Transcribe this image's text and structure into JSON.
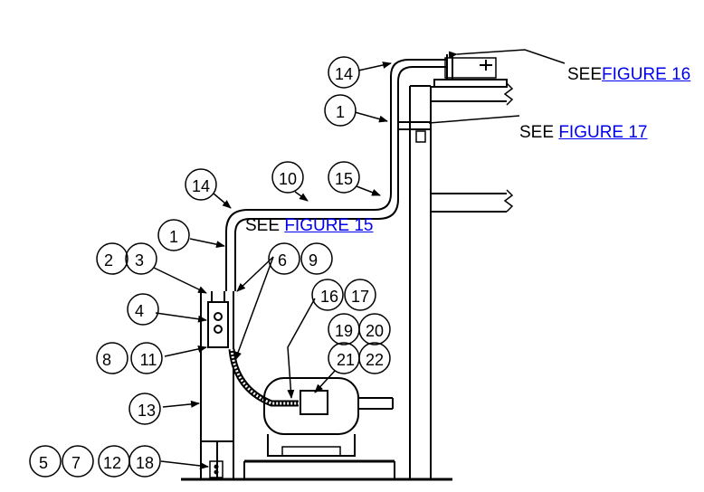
{
  "callouts": [
    "14",
    "1",
    "10",
    "15",
    "14",
    "1",
    "2",
    "3",
    "6",
    "9",
    "4",
    "16",
    "17",
    "19",
    "20",
    "8",
    "11",
    "21",
    "22",
    "13",
    "5",
    "7",
    "12",
    "18"
  ],
  "references": [
    {
      "see": "SEE",
      "figure": "FIGURE 16"
    },
    {
      "see": "SEE",
      "figure": "FIGURE 17"
    },
    {
      "see": "SEE",
      "figure": "FIGURE 15"
    }
  ]
}
